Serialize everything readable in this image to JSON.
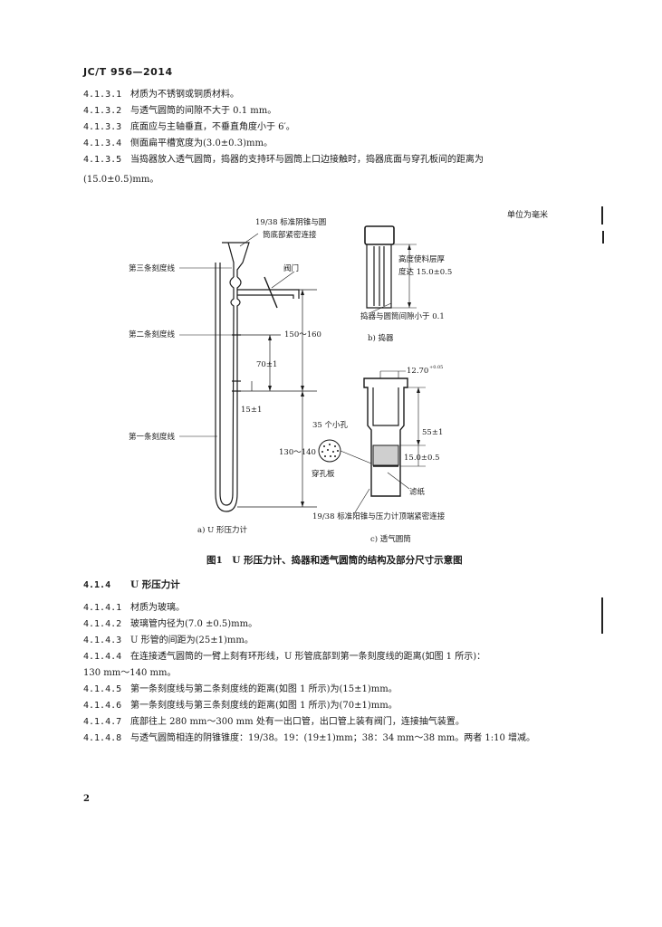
{
  "header": "JC/T 956—2014",
  "clauses_top": [
    {
      "num": "4.1.3.1",
      "text": "材质为不锈钢或铜质材料。"
    },
    {
      "num": "4.1.3.2",
      "text": "与透气圆筒的间隙不大于 0.1 mm。"
    },
    {
      "num": "4.1.3.3",
      "text": "底面应与主轴垂直，不垂直角度小于 6′。"
    },
    {
      "num": "4.1.3.4",
      "text": "侧面扁平槽宽度为(3.0±0.3)mm。"
    },
    {
      "num": "4.1.3.5",
      "text": "当捣器放入透气圆筒，捣器的支持环与圆筒上口边接触时，捣器底面与穿孔板间的距离为"
    }
  ],
  "clause_4135_cont": "(15.0±0.5)mm。",
  "unit_note": "单位为毫米",
  "figure": {
    "a_labels": {
      "taper": "19/38 标准阴锥与圆",
      "taper2": "筒底部紧密连接",
      "valve": "阀门",
      "line3": "第三条刻度线",
      "line2": "第二条刻度线",
      "line1": "第一条刻度线",
      "dim_150": "150～160",
      "dim_70": "70±1",
      "dim_15": "15±1",
      "dim_130": "130～140",
      "caption": "a) U 形压力计"
    },
    "b_labels": {
      "height": "高度使料层厚",
      "height2": "度达 15.0±0.5",
      "gap": "捣器与圆筒间隙小于 0.1",
      "caption": "b) 捣器"
    },
    "c_labels": {
      "dia": "12.70",
      "dia_tol": "+0.05",
      "holes": "35 个小孔",
      "plate": "穿孔板",
      "dim_55": "55±1",
      "dim_15": "15.0±0.5",
      "paper": "滤纸",
      "taper": "19/38 标准阳锥与压力计顶端紧密连接",
      "caption": "c) 透气圆筒"
    },
    "caption": "图1　U 形压力计、捣器和透气圆筒的结构及部分尺寸示意图"
  },
  "section": {
    "num": "4.1.4",
    "title": "U 形压力计"
  },
  "clauses_bottom": [
    {
      "num": "4.1.4.1",
      "text": "材质为玻璃。"
    },
    {
      "num": "4.1.4.2",
      "text": "玻璃管内径为(7.0 ±0.5)mm。"
    },
    {
      "num": "4.1.4.3",
      "text": "U 形管的间距为(25±1)mm。"
    },
    {
      "num": "4.1.4.4",
      "text": "在连接透气圆筒的一臂上刻有环形线，U 形管底部到第一条刻度线的距离(如图 1 所示)："
    },
    {
      "num": "4.1.4.5",
      "text": "第一条刻度线与第二条刻度线的距离(如图 1 所示)为(15±1)mm。"
    },
    {
      "num": "4.1.4.6",
      "text": "第一条刻度线与第三条刻度线的距离(如图 1 所示)为(70±1)mm。"
    },
    {
      "num": "4.1.4.7",
      "text": "底部往上 280 mm～300 mm 处有一出口管，出口管上装有阀门，连接抽气装置。"
    },
    {
      "num": "4.1.4.8",
      "text": "与透气圆筒相连的阴锥锥度：19/38。19：(19±1)mm；38：34 mm～38 mm。两者 1:10 增减。"
    }
  ],
  "clause_4144_cont": "130 mm～140 mm。",
  "page_number": "2"
}
